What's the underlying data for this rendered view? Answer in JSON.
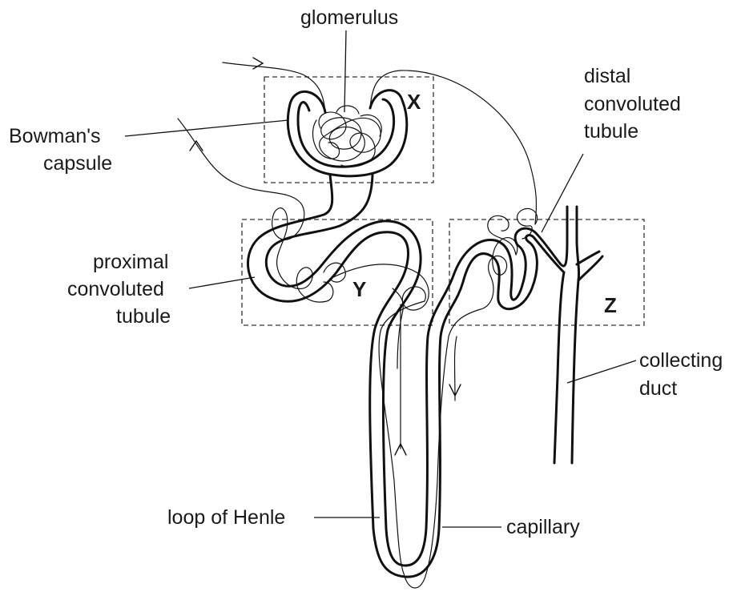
{
  "labels": {
    "glomerulus": "glomerulus",
    "distal_1": "distal",
    "distal_2": "convoluted",
    "distal_3": "tubule",
    "bowman_1": "Bowman's",
    "bowman_2": "capsule",
    "proximal_1": "proximal",
    "proximal_2": "convoluted",
    "proximal_3": "tubule",
    "collecting_1": "collecting",
    "collecting_2": "duct",
    "loop_of_henle": "loop of Henle",
    "capillary": "capillary"
  },
  "regions": {
    "x": "X",
    "y": "Y",
    "z": "Z"
  }
}
